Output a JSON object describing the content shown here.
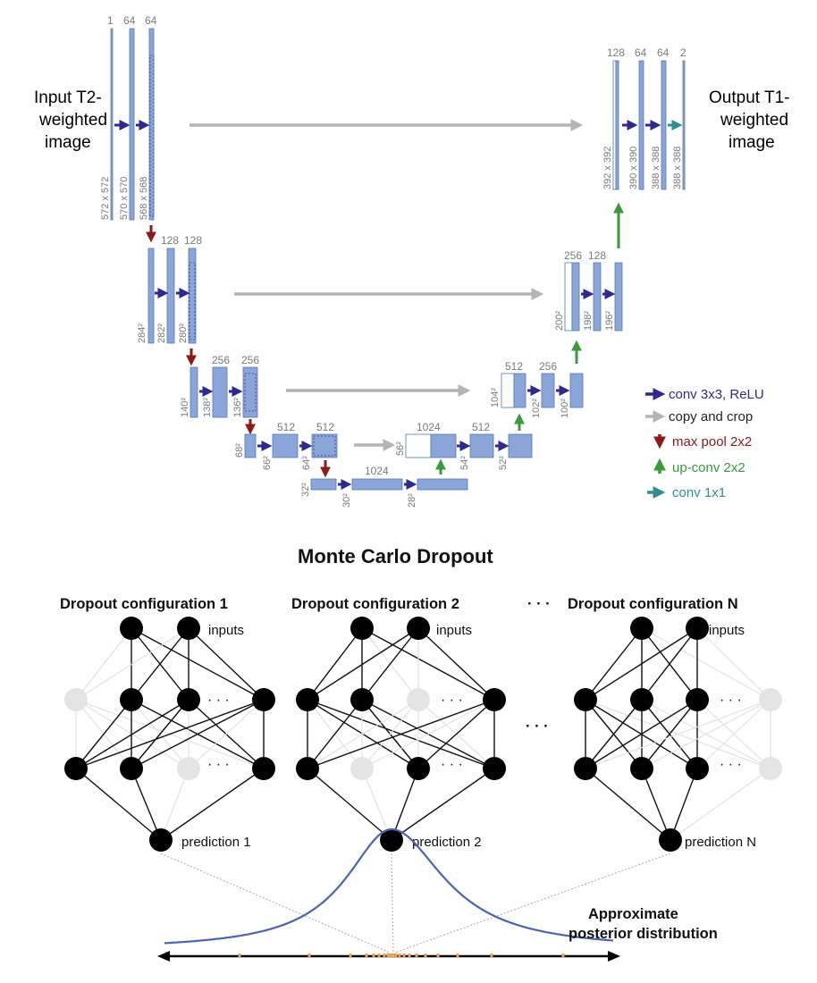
{
  "unet": {
    "input_label": [
      "Input T2-",
      "weighted",
      "image"
    ],
    "output_label": [
      "Output T1-",
      "weighted",
      "image"
    ],
    "channels": {
      "l1": [
        "1",
        "64",
        "64"
      ],
      "l2": [
        "128",
        "128"
      ],
      "l3": [
        "256",
        "256"
      ],
      "l4": [
        "512",
        "512"
      ],
      "bottom": [
        "1024"
      ],
      "u4": [
        "1024",
        "512"
      ],
      "u3": [
        "512",
        "256"
      ],
      "u2": [
        "256",
        "128"
      ],
      "u1": [
        "128",
        "64",
        "64",
        "2"
      ]
    },
    "dims": {
      "l1": [
        "572 x 572",
        "570 x 570",
        "568 x 568"
      ],
      "l2": [
        "284²",
        "282²",
        "280²"
      ],
      "l3": [
        "140²",
        "138²",
        "136²"
      ],
      "l4": [
        "68²",
        "66²",
        "64²"
      ],
      "bottom": [
        "32²",
        "30²",
        "28²"
      ],
      "u4": [
        "56²",
        "54²",
        "52²"
      ],
      "u3": [
        "104²",
        "102²",
        "100²"
      ],
      "u2": [
        "200²",
        "198²",
        "196²"
      ],
      "u1": [
        "392 x 392",
        "390 x 390",
        "388 x 388",
        "388 x 388"
      ]
    },
    "legend": [
      {
        "label": "conv 3x3, ReLU",
        "color": "#2e2a8c"
      },
      {
        "label": "copy and crop",
        "color": "#b4b4b4"
      },
      {
        "label": "max pool 2x2",
        "color": "#8b1a1a"
      },
      {
        "label": "up-conv 2x2",
        "color": "#3a9a3a"
      },
      {
        "label": "conv 1x1",
        "color": "#2f8f8f"
      }
    ],
    "colors": {
      "block": "#8aa6d8",
      "block_edge": "#5577bb"
    }
  },
  "mc": {
    "title": "Monte Carlo Dropout",
    "configs": [
      {
        "label": "Dropout configuration 1",
        "prediction": "prediction 1"
      },
      {
        "label": "Dropout configuration 2",
        "prediction": "prediction 2"
      },
      {
        "label": "Dropout configuration N",
        "prediction": "prediction N"
      }
    ],
    "ellipsis_top": "· · ·",
    "ellipsis_mid": "· · ·",
    "inputs_label": "inputs",
    "row_ellipsis": "· · ·",
    "posterior_label": [
      "Approximate",
      "posterior distribution"
    ],
    "colors": {
      "active_node": "#000000",
      "dropped_node": "#e4e4e4",
      "curve": "#4a64b0",
      "samples": "#f0a050"
    }
  }
}
